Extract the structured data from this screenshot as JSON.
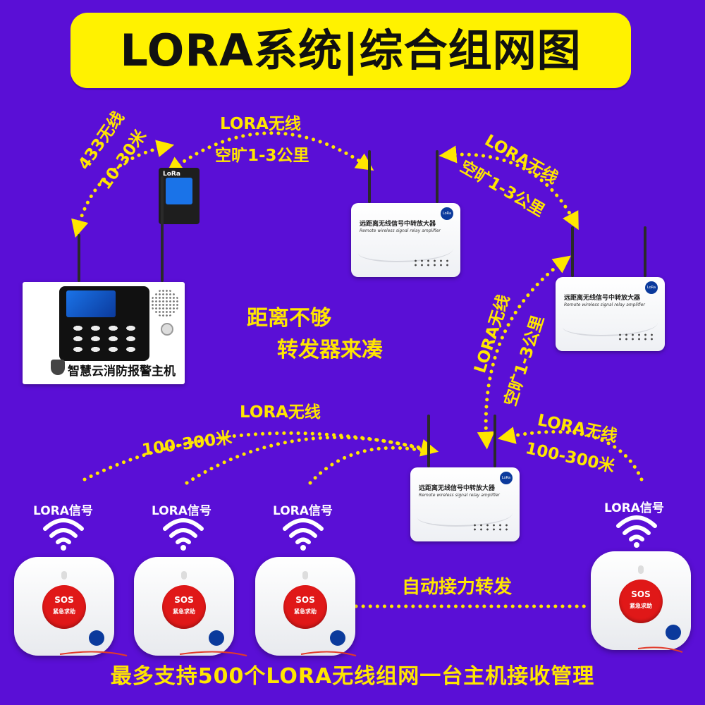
{
  "title": "LORA系统|综合组网图",
  "labels": {
    "link433_line1": "433无线",
    "link433_line2": "10-30米",
    "top_line1": "LORA无线",
    "top_line2": "空旷1-3公里",
    "right_line1": "LORA无线",
    "right_line2": "空旷1-3公里",
    "vert_line1": "LORA无线",
    "vert_line2": "空旷1-3公里",
    "center_line1": "距离不够",
    "center_line2": "转发器来凑",
    "leftlink_line1": "LORA无线",
    "leftlink_line2": "100-300米",
    "rightlink_line1": "LORA无线",
    "rightlink_line2": "100-300米",
    "relay_auto": "自动接力转发",
    "bottom": "最多支持500个LORA无线组网一台主机接收管理"
  },
  "host": {
    "name": "智慧云消防报警主机"
  },
  "module": {
    "label": "LoRa"
  },
  "relays": [
    {
      "name_cn": "远距离无线信号中转放大器",
      "name_en": "Remote wireless signal relay amplifier",
      "badge": "LoRa"
    },
    {
      "name_cn": "远距离无线信号中转放大器",
      "name_en": "Remote wireless signal relay amplifier",
      "badge": "LoRa"
    },
    {
      "name_cn": "远距离无线信号中转放大器",
      "name_en": "Remote wireless signal relay amplifier",
      "badge": "LoRa"
    }
  ],
  "sos_buttons": [
    {
      "signal": "LORA信号",
      "line1": "SOS",
      "line2": "紧急求助"
    },
    {
      "signal": "LORA信号",
      "line1": "SOS",
      "line2": "紧急求助"
    },
    {
      "signal": "LORA信号",
      "line1": "SOS",
      "line2": "紧急求助"
    },
    {
      "signal": "LORA信号",
      "line1": "SOS",
      "line2": "紧急求助"
    }
  ],
  "colors": {
    "background": "#5a0fd6",
    "accent": "#ffe600",
    "banner": "#fff200",
    "sos_red": "#e01818"
  }
}
